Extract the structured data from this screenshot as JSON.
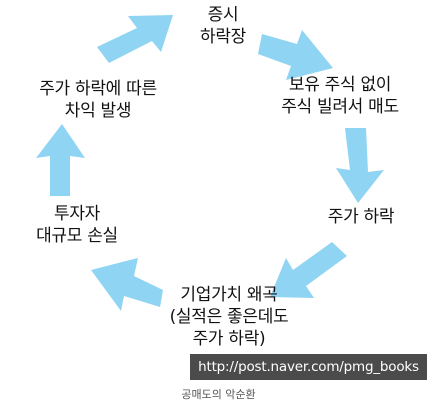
{
  "diagram": {
    "nodes": [
      {
        "lines": [
          "증시",
          "하락장"
        ]
      },
      {
        "lines": [
          "보유 주식 없이",
          "주식 빌려서 매도"
        ]
      },
      {
        "lines": [
          "주가 하락"
        ]
      },
      {
        "lines": [
          "기업가치 왜곡",
          "(실적은 좋은데도",
          "주가 하락)"
        ]
      },
      {
        "lines": [
          "투자자",
          "대규모 손실"
        ]
      },
      {
        "lines": [
          "주가 하락에 따른",
          "차익 발생"
        ]
      }
    ],
    "arrow_color": "#8fd4f2"
  },
  "watermark": "http://post.naver.com/pmg_books",
  "caption": "공매도의 악순환"
}
